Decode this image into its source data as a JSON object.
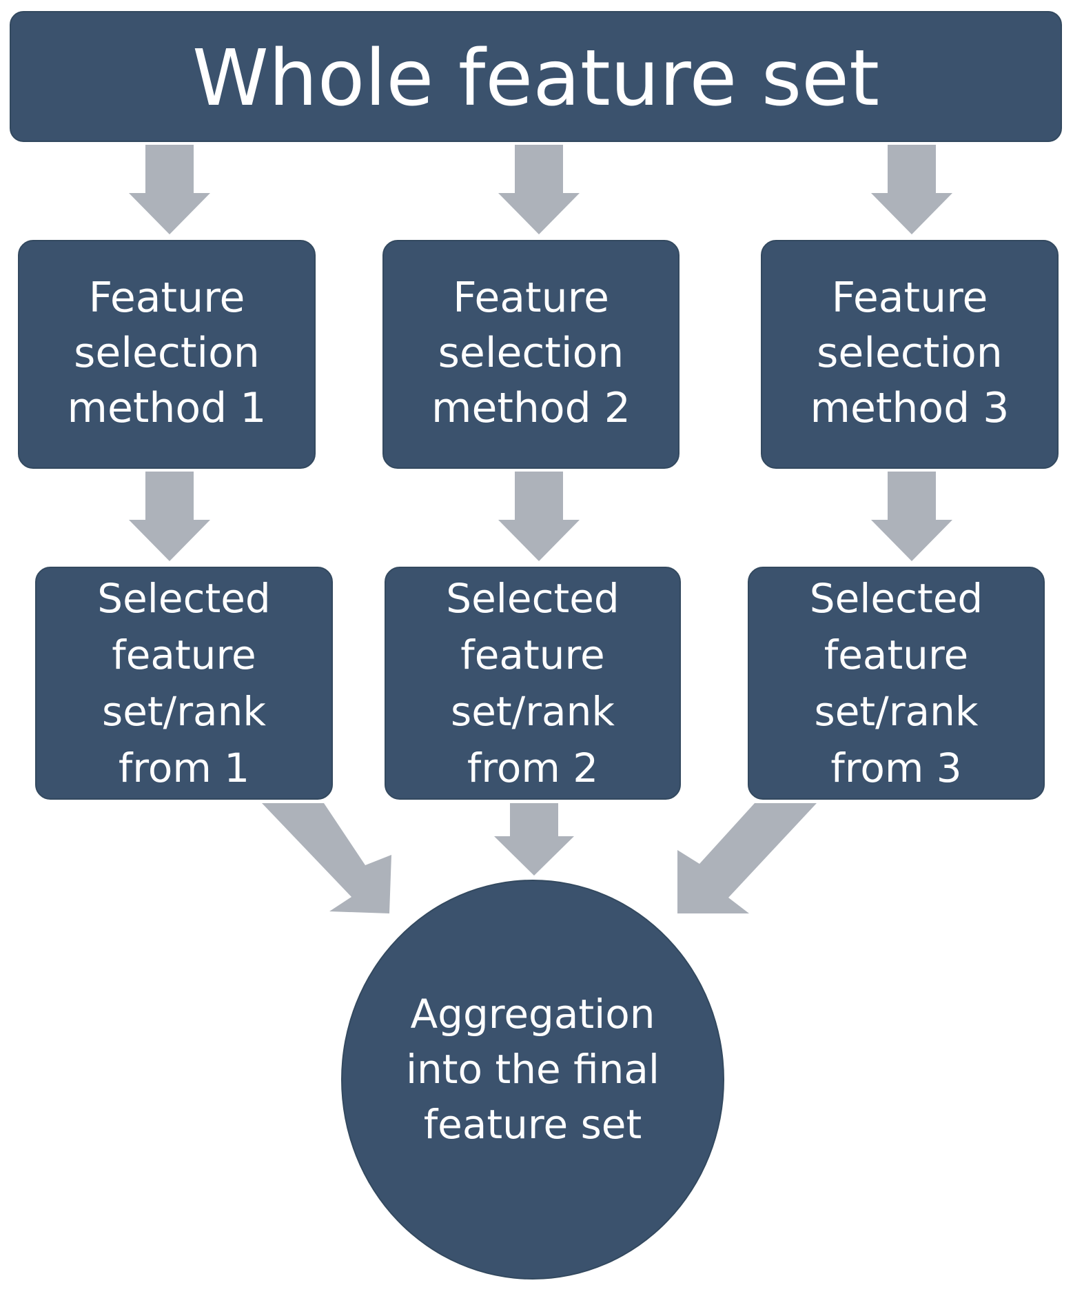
{
  "diagram": {
    "colors": {
      "node_fill": "#3b526d",
      "node_text": "#ffffff",
      "arrow": "#adb2ba",
      "background": "#ffffff"
    },
    "top": {
      "label": "Whole feature set"
    },
    "methods": [
      {
        "label": "Feature\nselection\nmethod 1"
      },
      {
        "label": "Feature\nselection\nmethod 2"
      },
      {
        "label": "Feature\nselection\nmethod 3"
      }
    ],
    "selected": [
      {
        "label": "Selected\nfeature\nset/rank\nfrom 1"
      },
      {
        "label": "Selected\nfeature\nset/rank\nfrom 2"
      },
      {
        "label": "Selected\nfeature\nset/rank\nfrom 3"
      }
    ],
    "aggregation": {
      "label": "Aggregation\ninto the final\nfeature set"
    }
  }
}
